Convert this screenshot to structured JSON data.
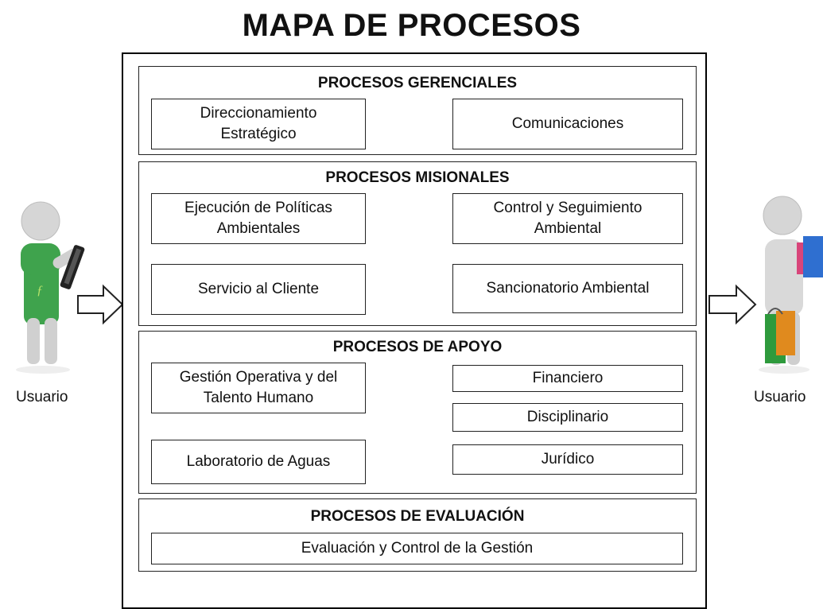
{
  "title": "MAPA DE PROCESOS",
  "left_user": {
    "label": "Usuario"
  },
  "right_user": {
    "label": "Usuario"
  },
  "gerenciales": {
    "title": "PROCESOS GERENCIALES",
    "items": [
      "Direccionamiento\nEstratégico",
      "Comunicaciones"
    ]
  },
  "misionales": {
    "title": "PROCESOS MISIONALES",
    "items": [
      "Ejecución de Políticas\nAmbientales",
      "Control y Seguimiento\nAmbiental",
      "Servicio al Cliente",
      "Sancionatorio Ambiental"
    ]
  },
  "apoyo": {
    "title": "PROCESOS DE APOYO",
    "items": [
      "Gestión Operativa y del\nTalento Humano",
      "Financiero",
      "Disciplinario",
      "Laboratorio de Aguas",
      "Jurídico"
    ]
  },
  "evaluacion": {
    "title": "PROCESOS DE EVALUACIÓN",
    "items": [
      "Evaluación y Control de la Gestión"
    ]
  },
  "colors": {
    "shirt_green": "#3fa34d",
    "figure_gray": "#d9d9d9",
    "bag_green": "#2e9a3c",
    "bag_orange": "#e08a1e",
    "bag_blue": "#2f6fd0",
    "bag_pink": "#d8457a"
  }
}
